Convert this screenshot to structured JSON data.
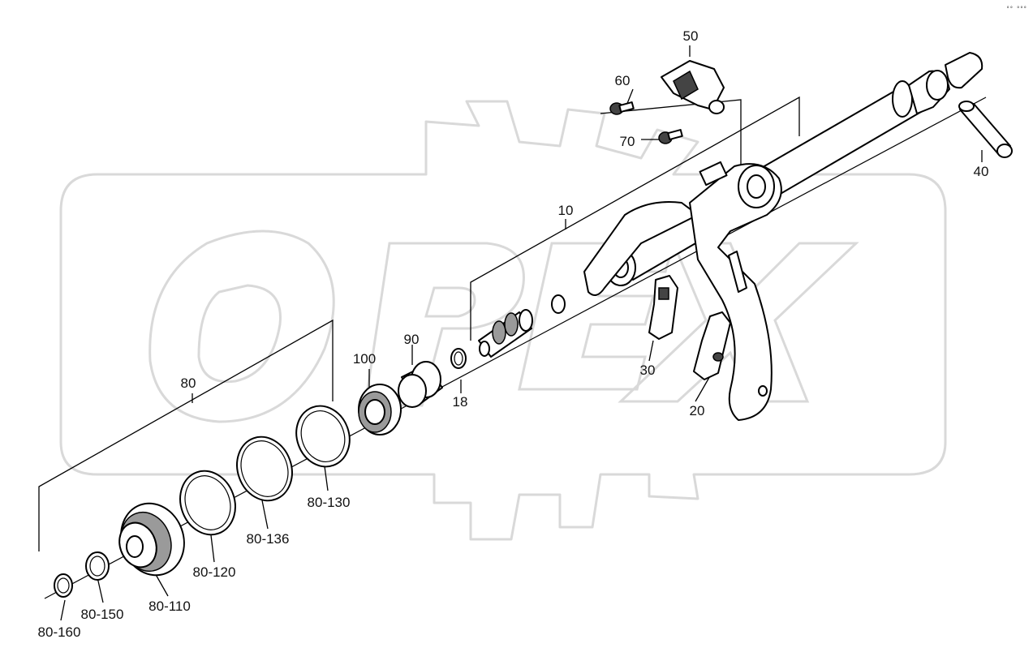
{
  "corner_mark": "°° °°°",
  "watermark": {
    "logo": "OPEX",
    "color": "#d9d9d9"
  },
  "labels": {
    "p10": "10",
    "p18": "18",
    "p20": "20",
    "p30": "30",
    "p40": "40",
    "p50": "50",
    "p60": "60",
    "p70": "70",
    "p80": "80",
    "p90": "90",
    "p100": "100",
    "p80_110": "80-110",
    "p80_120": "80-120",
    "p80_130": "80-130",
    "p80_136": "80-136",
    "p80_150": "80-150",
    "p80_160": "80-160"
  }
}
